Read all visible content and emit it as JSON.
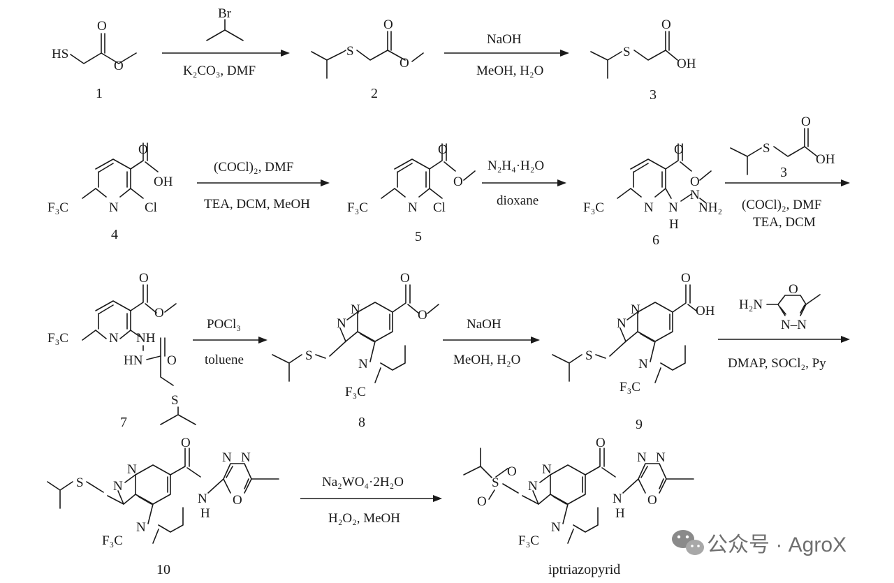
{
  "compounds": [
    {
      "id": "1"
    },
    {
      "id": "2"
    },
    {
      "id": "3"
    },
    {
      "id": "4"
    },
    {
      "id": "5"
    },
    {
      "id": "6"
    },
    {
      "id": "7"
    },
    {
      "id": "8"
    },
    {
      "id": "9"
    },
    {
      "id": "10"
    },
    {
      "id": "iptriazopyrid"
    }
  ],
  "reactions": [
    {
      "from": "1",
      "to": "2",
      "reagent_above": "2-bromopropane (drawn)",
      "above_atom": "Br",
      "below": "K₂CO₃, DMF"
    },
    {
      "from": "2",
      "to": "3",
      "above": "NaOH",
      "below": "MeOH, H₂O"
    },
    {
      "from": "4",
      "to": "5",
      "above": "(COCl)₂, DMF",
      "below": "TEA, DCM, MeOH"
    },
    {
      "from": "5",
      "to": "6",
      "above": "N₂H₄·H₂O",
      "below": "dioxane"
    },
    {
      "from": "6",
      "to": "7",
      "above_ref": "3",
      "below_1": "(COCl)₂, DMF",
      "below_2": "TEA, DCM"
    },
    {
      "from": "7",
      "to": "8",
      "above": "POCl₃",
      "below": "toluene"
    },
    {
      "from": "8",
      "to": "9",
      "above": "NaOH",
      "below": "MeOH, H₂O"
    },
    {
      "from": "9",
      "to": "10",
      "above": "2-amino-5-methyl-1,3,4-oxadiazole (drawn)",
      "below": "DMAP, SOCl₂, Py"
    },
    {
      "from": "10",
      "to": "iptriazopyrid",
      "above": "Na₂WO₄·2H₂O",
      "below": "H₂O₂, MeOH"
    }
  ],
  "atoms": {
    "HS": "HS",
    "O": "O",
    "S": "S",
    "OH": "OH",
    "Br": "Br",
    "N": "N",
    "Cl": "Cl",
    "F3C": "F₃C",
    "NH2": "NH₂",
    "H": "H",
    "NH": "NH",
    "HN": "HN",
    "H2N": "H₂N",
    "NN": "N–N",
    "NNb": "N–N"
  },
  "labels": {
    "k2co3": "K₂CO₃, DMF",
    "naoh": "NaOH",
    "meoh_h2o": "MeOH, H₂O",
    "cocl2_dmf": "(COCl)₂, DMF",
    "tea_dcm_meoh": "TEA, DCM, MeOH",
    "n2h4": "N₂H₄·H₂O",
    "dioxane": "dioxane",
    "tea_dcm": "TEA, DCM",
    "pocl3": "POCl₃",
    "toluene": "toluene",
    "dmap": "DMAP, SOCl₂, Py",
    "na2wo4": "Na₂WO₄·2H₂O",
    "h2o2": "H₂O₂, MeOH"
  },
  "watermark": {
    "text": "公众号 · AgroX",
    "icon": "wechat-icon",
    "color": "#6f6f6f"
  }
}
